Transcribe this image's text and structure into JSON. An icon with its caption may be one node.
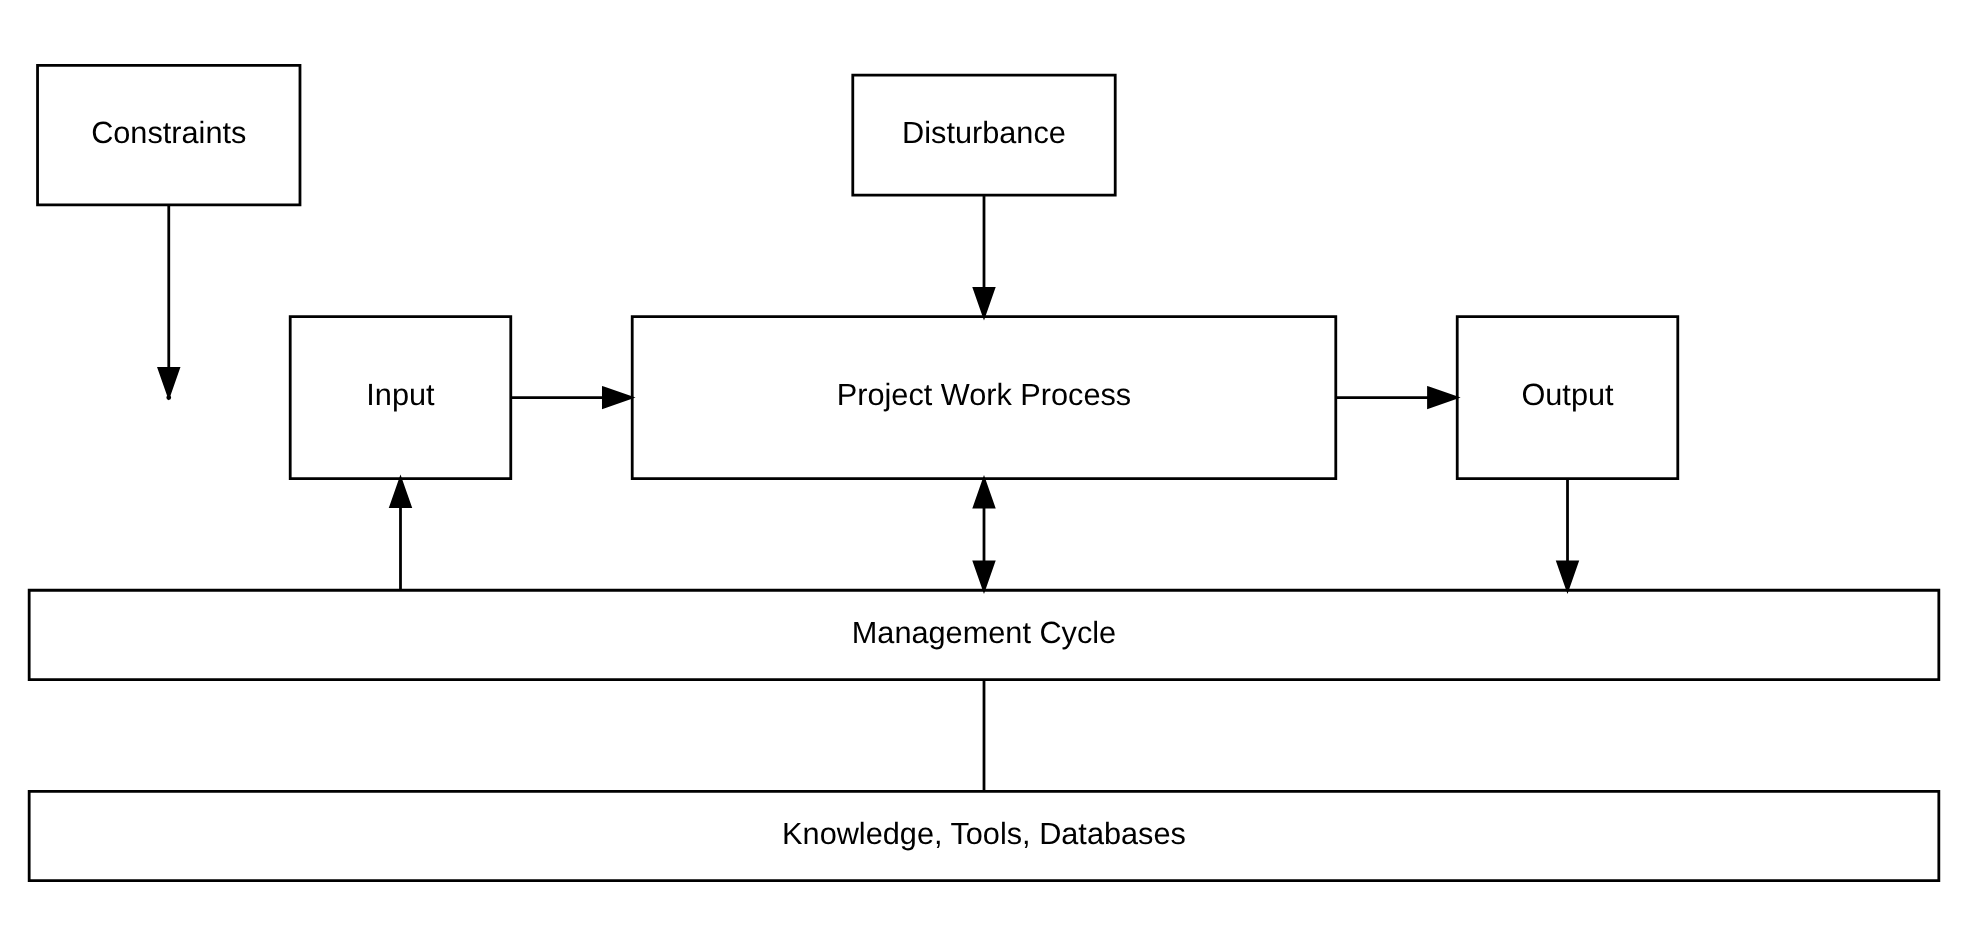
{
  "diagram": {
    "nodes": [
      {
        "text": [
          "Constraints"
        ]
      },
      {
        "text": [
          "Disturbance"
        ]
      },
      {
        "text": [
          "Input"
        ]
      },
      {
        "text": [
          "Project Work Process"
        ]
      },
      {
        "text": [
          "Output"
        ]
      },
      {
        "text": [
          "Management Cycle"
        ]
      },
      {
        "text": [
          "Knowledge, Tools, Databases"
        ]
      }
    ],
    "edges": [
      {
        "from": 0,
        "to": null,
        "arrow": "to"
      },
      {
        "from": 2,
        "to": 3,
        "arrow": "to"
      },
      {
        "from": 1,
        "to": 3,
        "arrow": "to"
      },
      {
        "from": 3,
        "to": 4,
        "arrow": "to"
      },
      {
        "from": 3,
        "to": 5,
        "arrow": "both"
      },
      {
        "from": 4,
        "to": 5,
        "arrow": "to"
      },
      {
        "from": 5,
        "to": 2,
        "arrow": "to"
      },
      {
        "from": 5,
        "to": 6,
        "arrow": "none"
      }
    ]
  }
}
